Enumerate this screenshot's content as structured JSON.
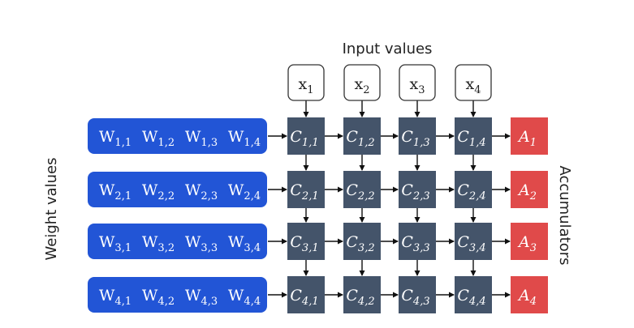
{
  "labels": {
    "input_values": "Input values",
    "weight_values": "Weight values",
    "accumulators": "Accumulators"
  },
  "inputs": [
    {
      "base": "x",
      "sub": "1"
    },
    {
      "base": "x",
      "sub": "2"
    },
    {
      "base": "x",
      "sub": "3"
    },
    {
      "base": "x",
      "sub": "4"
    }
  ],
  "weight_rows": [
    [
      {
        "base": "W",
        "sub": "1,1"
      },
      {
        "base": "W",
        "sub": "1,2"
      },
      {
        "base": "W",
        "sub": "1,3"
      },
      {
        "base": "W",
        "sub": "1,4"
      }
    ],
    [
      {
        "base": "W",
        "sub": "2,1"
      },
      {
        "base": "W",
        "sub": "2,2"
      },
      {
        "base": "W",
        "sub": "2,3"
      },
      {
        "base": "W",
        "sub": "2,4"
      }
    ],
    [
      {
        "base": "W",
        "sub": "3,1"
      },
      {
        "base": "W",
        "sub": "3,2"
      },
      {
        "base": "W",
        "sub": "3,3"
      },
      {
        "base": "W",
        "sub": "3,4"
      }
    ],
    [
      {
        "base": "W",
        "sub": "4,1"
      },
      {
        "base": "W",
        "sub": "4,2"
      },
      {
        "base": "W",
        "sub": "4,3"
      },
      {
        "base": "W",
        "sub": "4,4"
      }
    ]
  ],
  "cells": [
    [
      {
        "base": "C",
        "sub": "1,1"
      },
      {
        "base": "C",
        "sub": "1,2"
      },
      {
        "base": "C",
        "sub": "1,3"
      },
      {
        "base": "C",
        "sub": "1,4"
      }
    ],
    [
      {
        "base": "C",
        "sub": "2,1"
      },
      {
        "base": "C",
        "sub": "2,2"
      },
      {
        "base": "C",
        "sub": "2,3"
      },
      {
        "base": "C",
        "sub": "2,4"
      }
    ],
    [
      {
        "base": "C",
        "sub": "3,1"
      },
      {
        "base": "C",
        "sub": "3,2"
      },
      {
        "base": "C",
        "sub": "3,3"
      },
      {
        "base": "C",
        "sub": "3,4"
      }
    ],
    [
      {
        "base": "C",
        "sub": "4,1"
      },
      {
        "base": "C",
        "sub": "4,2"
      },
      {
        "base": "C",
        "sub": "4,3"
      },
      {
        "base": "C",
        "sub": "4,4"
      }
    ]
  ],
  "accumulators": [
    {
      "base": "A",
      "sub": "1"
    },
    {
      "base": "A",
      "sub": "2"
    },
    {
      "base": "A",
      "sub": "3"
    },
    {
      "base": "A",
      "sub": "4"
    }
  ],
  "colors": {
    "weight_bar": "#2255d6",
    "cell": "#44546a",
    "accumulator": "#e04a4a",
    "input_box_border": "#333333",
    "arrow": "#111111",
    "text_light": "#ffffff",
    "text_dark": "#222222"
  }
}
